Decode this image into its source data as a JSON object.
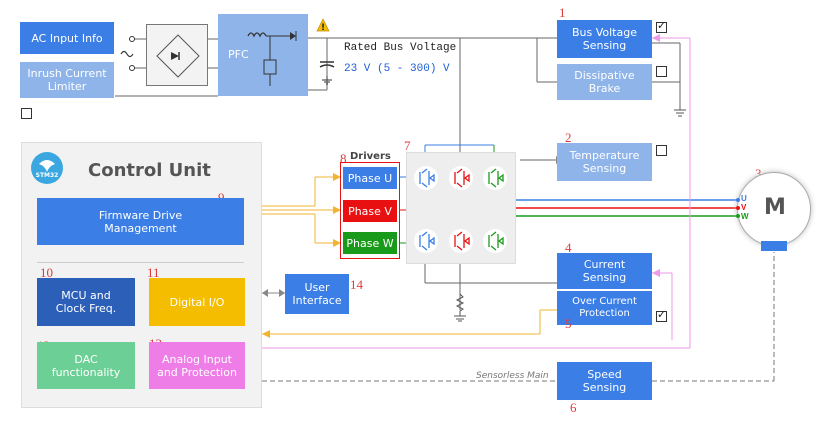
{
  "blocks": {
    "ac_input": "AC Input Info",
    "inrush": "Inrush Current Limiter",
    "pfc": "PFC",
    "rated_bus_label": "Rated Bus Voltage",
    "rated_bus_value": "23 V (5 - 300) V",
    "bus_voltage": "Bus Voltage Sensing",
    "dissipative": "Dissipative Brake",
    "control_unit": "Control Unit",
    "logo_text": "STM32",
    "firmware": "Firmware Drive Management",
    "mcu": "MCU and Clock Freq.",
    "digital_io": "Digital I/O",
    "dac": "DAC functionality",
    "analog": "Analog Input and Protection",
    "drivers_title": "Drivers",
    "phase_u": "Phase U",
    "phase_v": "Phase V",
    "phase_w": "Phase W",
    "temperature": "Temperature Sensing",
    "current": "Current Sensing",
    "overcurrent": "Over Current Protection",
    "user_interface": "User Interface",
    "speed": "Speed Sensing",
    "motor": "M",
    "sensorless": "Sensorless Main",
    "line_u": "U",
    "line_v": "V",
    "line_w": "W"
  },
  "numbers": [
    "1",
    "2",
    "3",
    "4",
    "5",
    "6",
    "7",
    "8",
    "9",
    "10",
    "11",
    "12",
    "13",
    "14"
  ],
  "colors": {
    "accent_blue": "#3a7ee6",
    "light_blue": "#8fb4ea",
    "navy": "#2b5fb8",
    "yellow": "#f5bd00",
    "green": "#6ccf95",
    "pink": "#ef7de8",
    "phase_u": "#3a7ee6",
    "phase_v": "#e81010",
    "phase_w": "#1a9a1a",
    "number_red": "#e03a3a"
  },
  "icons": [
    "ac-source-icon",
    "diode-bridge-icon",
    "warning-icon",
    "stm32-logo-icon",
    "motor-icon",
    "ground-icon",
    "igbt-icon"
  ]
}
